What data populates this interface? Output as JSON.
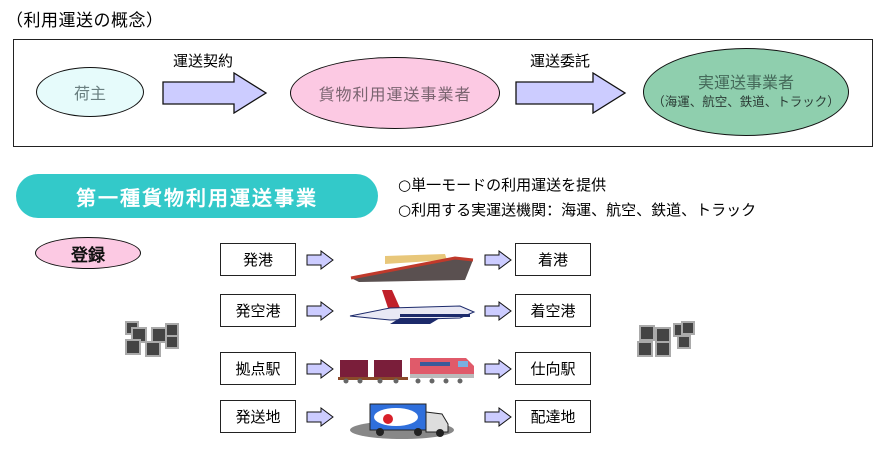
{
  "title": "（利用運送の概念）",
  "concept": {
    "shipper": "荷主",
    "contract_label": "運送契約",
    "forwarder": "貨物利用運送事業者",
    "consign_label": "運送委託",
    "carrier": "実運送事業者",
    "carrier_sub": "（海運、航空、鉄道、トラック）"
  },
  "banner": "第一種貨物利用運送事業",
  "bullets": [
    "○単一モードの利用運送を提供",
    "○利用する実運送機関：海運、航空、鉄道、トラック"
  ],
  "registration": "登録",
  "routes": [
    {
      "from": "発港",
      "to": "着港",
      "vehicle": "ship-icon"
    },
    {
      "from": "発空港",
      "to": "着空港",
      "vehicle": "airplane-icon"
    },
    {
      "from": "拠点駅",
      "to": "仕向駅",
      "vehicle": "train-icon"
    },
    {
      "from": "発送地",
      "to": "配達地",
      "vehicle": "truck-icon"
    }
  ],
  "colors": {
    "shipper_fill": "#e6fbfb",
    "forwarder_fill": "#fcc9e3",
    "carrier_fill": "#8fcfae",
    "arrow_fill": "#ccccff",
    "banner_fill": "#33c9c9"
  }
}
